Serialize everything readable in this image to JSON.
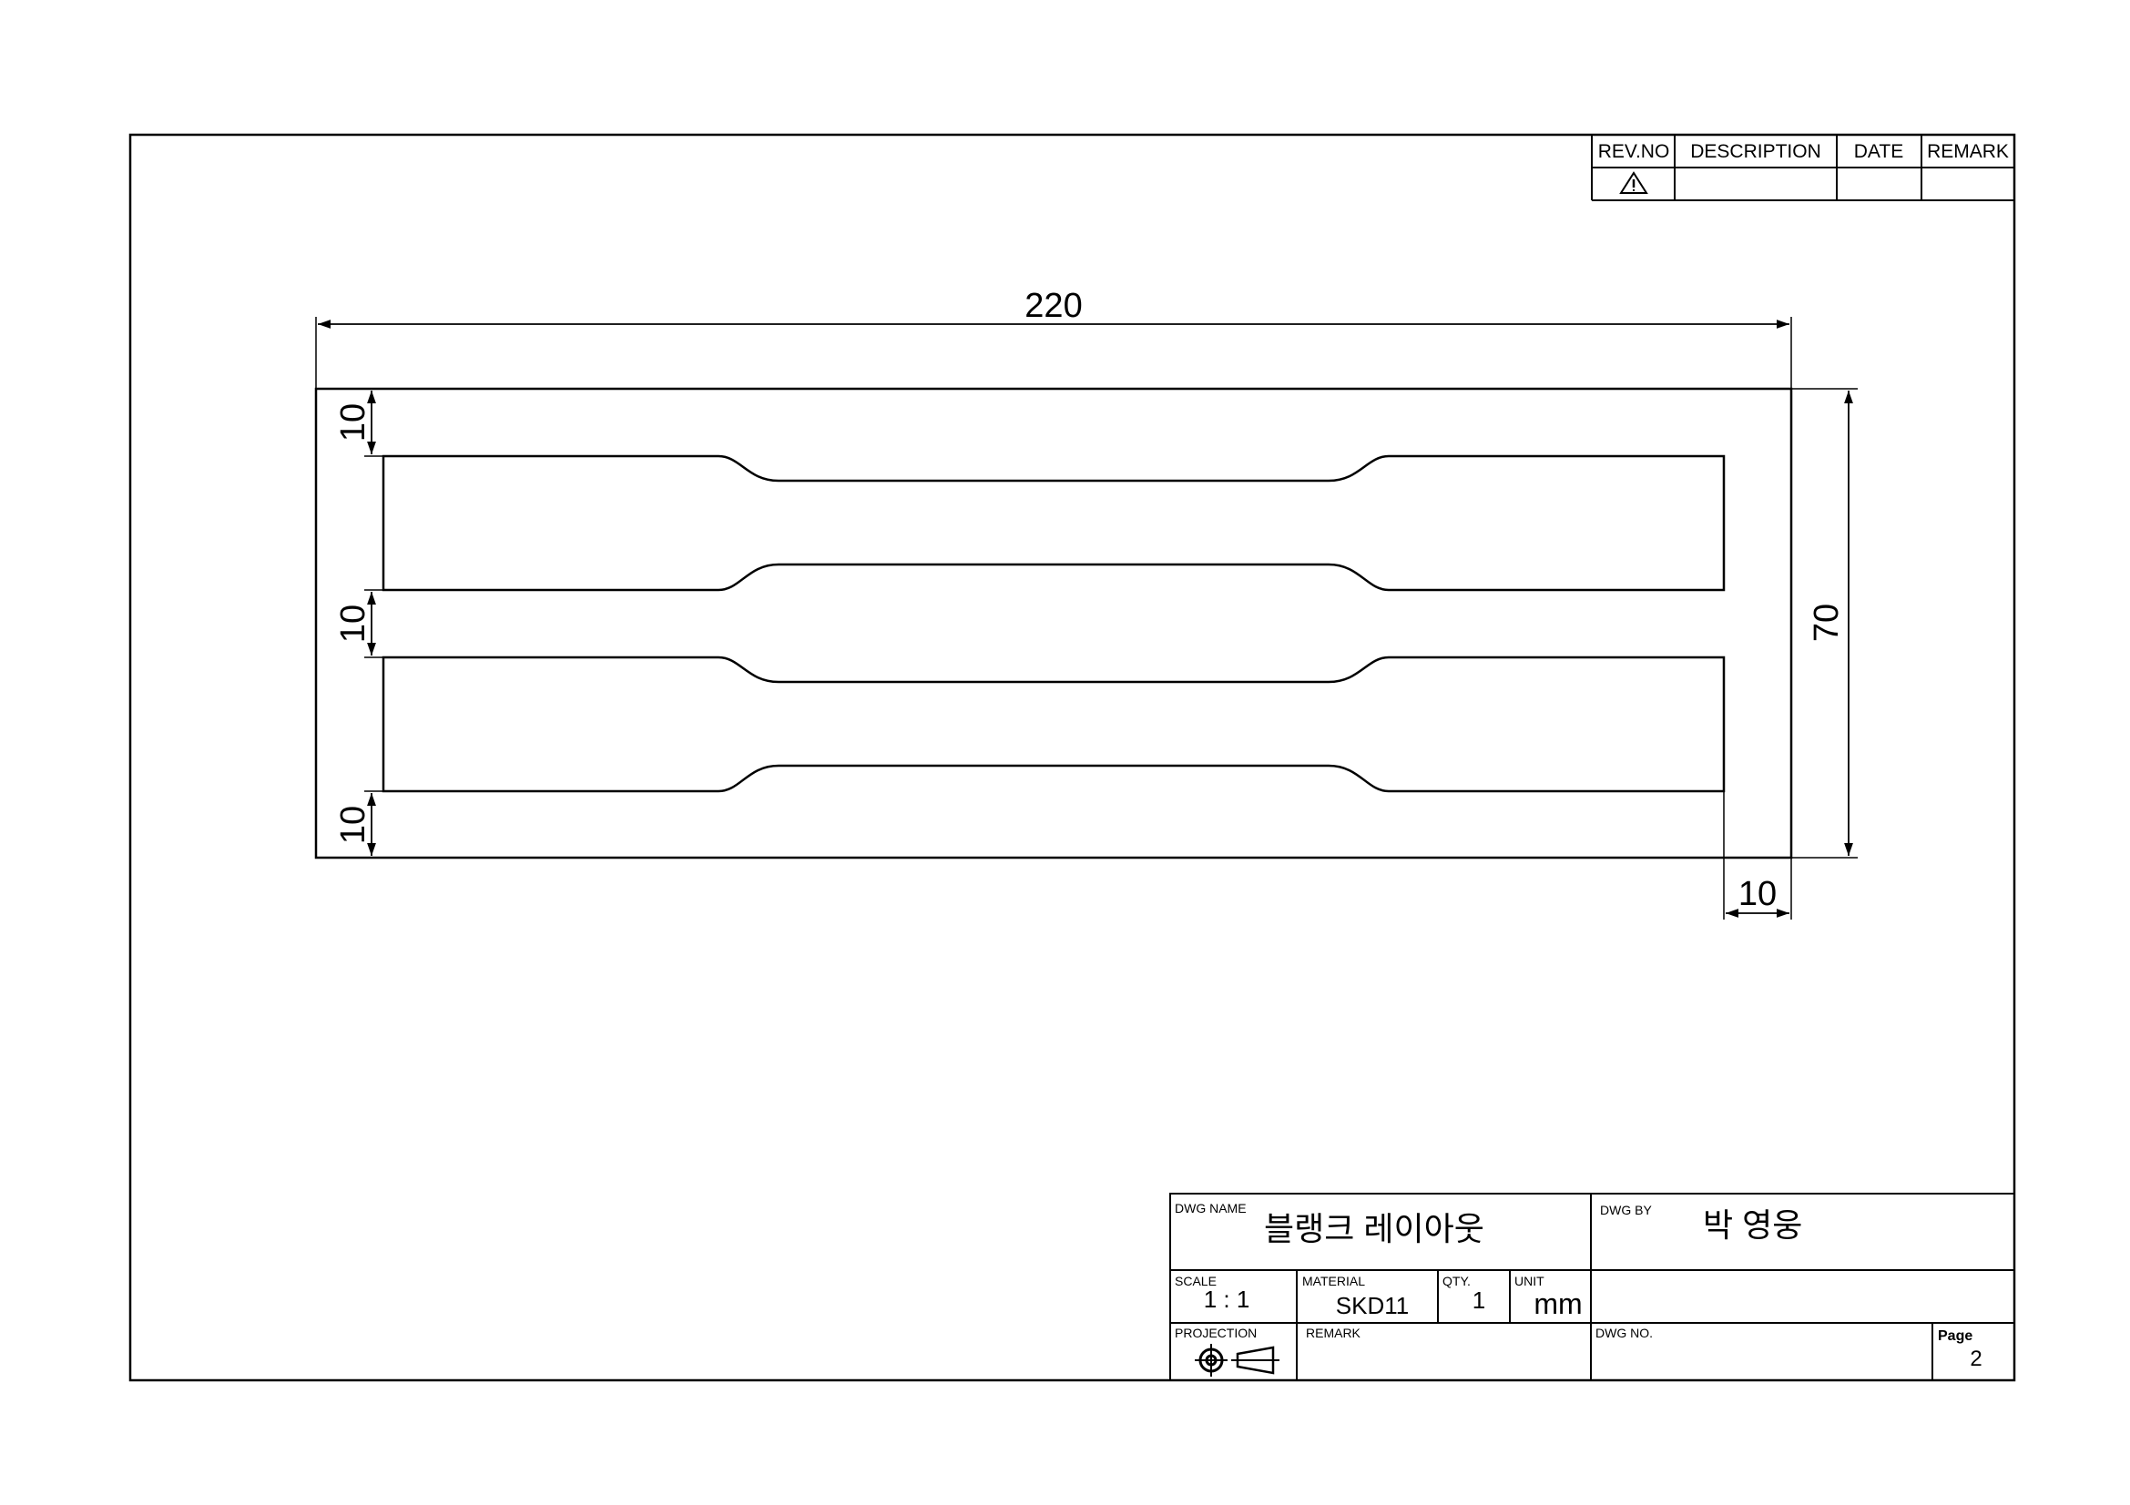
{
  "revision_table": {
    "headers": [
      "REV.NO",
      "DESCRIPTION",
      "DATE",
      "REMARK"
    ],
    "first_row_symbol": "warning-triangle-icon"
  },
  "dimensions": {
    "overall_width": "220",
    "overall_height": "70",
    "margin_top": "10",
    "gap_middle": "10",
    "margin_bottom": "10",
    "margin_right": "10"
  },
  "title_block": {
    "dwg_name_label": "DWG NAME",
    "dwg_name": "블랭크 레이아웃",
    "dwg_by_label": "DWG BY",
    "dwg_by": "박 영웅",
    "scale_label": "SCALE",
    "scale": "1 : 1",
    "material_label": "MATERIAL",
    "material": "SKD11",
    "qty_label": "QTY.",
    "qty": "1",
    "unit_label": "UNIT",
    "unit": "mm",
    "projection_label": "PROJECTION",
    "projection_symbol": "third-angle-projection-icon",
    "remark_label": "REMARK",
    "dwg_no_label": "DWG NO.",
    "page_label": "Page",
    "page": "2"
  }
}
